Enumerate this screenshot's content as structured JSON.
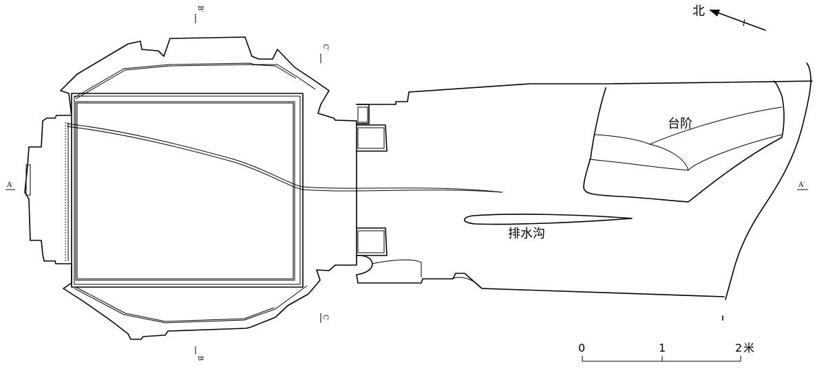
{
  "labels": {
    "north": "北",
    "steps": "台阶",
    "drain": "排水沟"
  },
  "section_marks": {
    "a_left": "A",
    "a_right": "A′",
    "b_top": "B′",
    "b_bottom": "B",
    "c_top": "C′",
    "c_bottom": "C"
  },
  "scale_bar": {
    "ticks": [
      "0",
      "1",
      "2"
    ],
    "unit": "米"
  }
}
